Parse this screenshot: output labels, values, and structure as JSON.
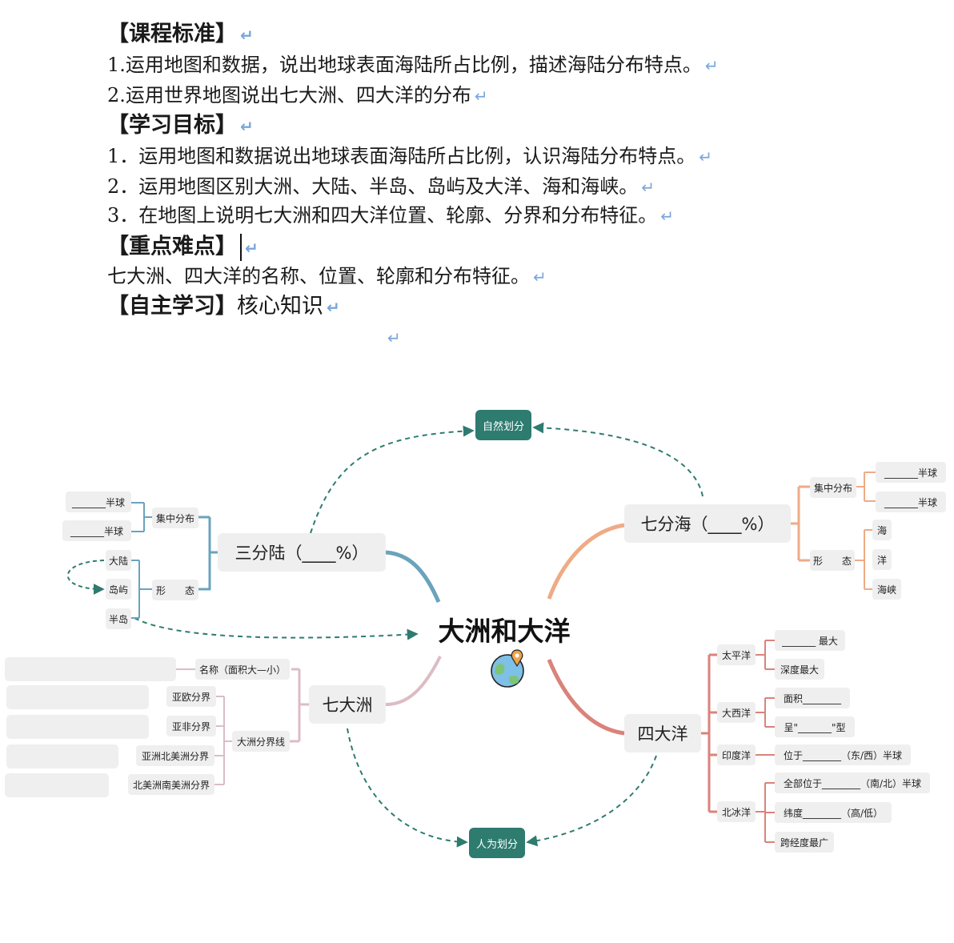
{
  "doc": {
    "course_standard_heading": "【课程标准】",
    "course_standard_items": [
      "1.运用地图和数据，说出地球表面海陆所占比例，描述海陆分布特点。",
      "2.运用世界地图说出七大洲、四大洋的分布"
    ],
    "learning_goal_heading": "【学习目标】",
    "learning_goal_items": [
      "1．运用地图和数据说出地球表面海陆所占比例，认识海陆分布特点。",
      "2．运用地图区别大洲、大陆、半岛、岛屿及大洋、海和海峡。",
      "3．在地图上说明七大洲和四大洋位置、轮廓、分界和分布特征。"
    ],
    "key_points_heading": "【重点难点】",
    "key_points_text": "七大洲、四大洋的名称、位置、轮廓和分布特征。",
    "self_study_heading": "【自主学习】",
    "self_study_rest": "核心知识",
    "return_mark": "↵"
  },
  "mindmap": {
    "center": "大洲和大洋",
    "natural_division": "自然划分",
    "human_division": "人为划分",
    "land": "三分陆（____%）",
    "sea": "七分海（____%）",
    "continents": "七大洲",
    "oceans": "四大洋",
    "land_concentration": "集中分布",
    "land_hemi_1": "_______半球",
    "land_hemi_2": "_______半球",
    "land_form": "形　　态",
    "land_form_items": [
      "大陆",
      "岛屿",
      "半岛"
    ],
    "sea_concentration": "集中分布",
    "sea_hemi_1": "_______半球",
    "sea_hemi_2": "_______半球",
    "sea_form": "形　　态",
    "sea_form_items": [
      "海",
      "洋",
      "海峡"
    ],
    "continent_name": "名称（面积大—小）",
    "continent_boundary": "大洲分界线",
    "boundaries": [
      "亚欧分界",
      "亚非分界",
      "亚洲北美洲分界",
      "北美洲南美洲分界"
    ],
    "pacific": "太平洋",
    "pacific_items": [
      "_______ 最大",
      "深度最大"
    ],
    "atlantic": "大西洋",
    "atlantic_items": [
      "面积________",
      "呈\"_______\"型"
    ],
    "indian": "印度洋",
    "indian_items": [
      "位于________（东/西）半球"
    ],
    "arctic": "北冰洋",
    "arctic_items": [
      "全部位于________（南/北）半球",
      "纬度________（高/低）",
      "跨经度最广"
    ]
  }
}
